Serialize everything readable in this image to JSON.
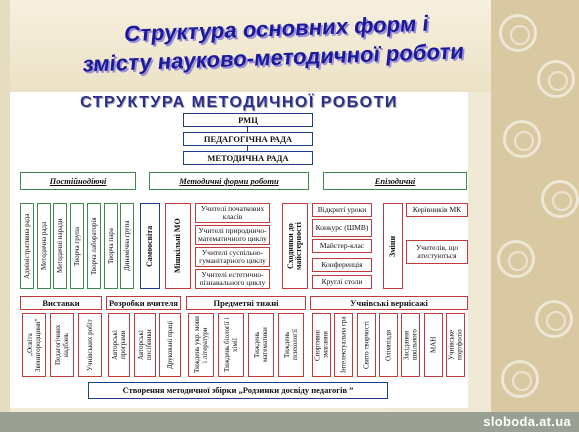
{
  "slide": {
    "title_line1": "Структура основних форм і",
    "title_line2": "змісту науково-методичної роботи",
    "site": "sloboda.at.ua"
  },
  "diagram": {
    "heading": "СТРУКТУРА МЕТОДИЧНОЇ РОБОТИ",
    "top": [
      "РМЦ",
      "ПЕДАГОГІЧНА РАДА",
      "МЕТОДИЧНА РАДА"
    ],
    "categories": [
      "Постійнодіючі",
      "Методичні форми роботи",
      "Епізодичні"
    ],
    "permanent": [
      "Адміністративна рада",
      "Методична рада",
      "Методичні наради",
      "Творча група",
      "Творча лабораторія",
      "Творча пара",
      "Динамічна група"
    ],
    "self_education": "Самоосвіта",
    "school_mo": "Мішкільні МО",
    "mo_list": [
      "Учителі початкових класів",
      "Учителі природничо-математичного циклу",
      "Учителі суспільно-гуманітарного циклу",
      "Учителі естетично-пізнавального циклу"
    ],
    "mastery_steps": "Сходинки до майстерності",
    "mastery_list": [
      "Відкриті уроки",
      "Конкурс (ШМВ)",
      "Майстер-клас",
      "Конференція",
      "Круглі столи"
    ],
    "meetings": "Зміни",
    "meetings_list": [
      "Керівників МК",
      "Учителів, що атестуються"
    ],
    "bottom_cats": [
      "Виставки",
      "Розробки вчителя",
      "Предметні тижні",
      "Учнівські вернісажі"
    ],
    "exhibitions": [
      "„Освіта Звенигородщини”",
      "Педагогічних надбань",
      "Учнівських робіт"
    ],
    "teacher_dev": [
      "Авторські програми",
      "Авторські посібники",
      "Друковані праці"
    ],
    "subject_weeks": [
      "Тиждень укр. мови і літератури",
      "Тиждень біології і хімії",
      "Тиждень математики",
      "Тиждень психології"
    ],
    "student_shows": [
      "Спортивні змагання",
      "Інтелектуальна гра",
      "Свято творчості",
      "Олімпіади",
      "Засідання шкільного",
      "МАН",
      "Учнівське портфоліо"
    ],
    "footer": "Створення методичної збірки „Родзинки досвіду педагогів ”"
  },
  "colors": {
    "blue_border": "#1f3c8a",
    "green_border": "#3d8a4a",
    "red_border": "#c23b3b",
    "title": "#1a1a9a"
  }
}
